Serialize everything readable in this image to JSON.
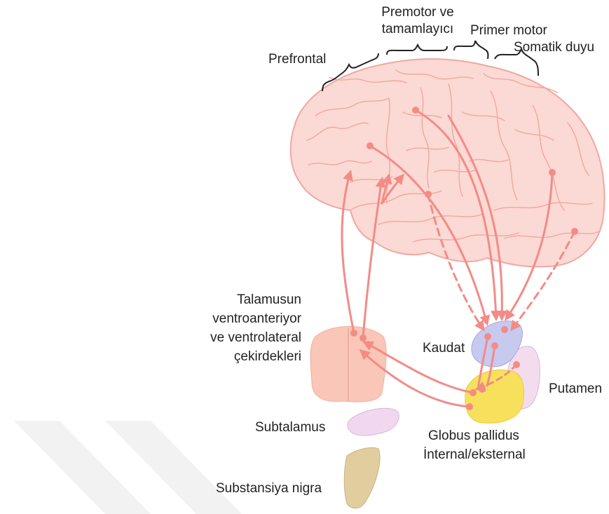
{
  "labels": {
    "prefrontal": "Prefrontal",
    "premotor_line1": "Premotor ve",
    "premotor_line2": "tamamlayıcı",
    "primer_motor": "Primer motor",
    "somatik_duyu": "Somatik duyu",
    "talamus_line1": "Talamusun",
    "talamus_line2": "ventroanteriyor",
    "talamus_line3": "ve ventrolateral",
    "talamus_line4": "çekirdekleri",
    "kaudat": "Kaudat",
    "putamen": "Putamen",
    "subtalamus": "Subtalamus",
    "globus_line1": "Globus pallidus",
    "globus_line2": "İnternal/eksternal",
    "substansiya": "Substansiya nigra"
  },
  "colors": {
    "brain_fill": "#fbd9d4",
    "brain_stroke": "#f0a89f",
    "arrow": "#f38b86",
    "thalamus": "#f9c6b7",
    "caudate": "#c7c9ee",
    "putamen": "#f3dcee",
    "globus": "#f7e15c",
    "subthalamus": "#f1d8f0",
    "substantia": "#e2cd9f",
    "watermark": "#f2f2f2"
  }
}
